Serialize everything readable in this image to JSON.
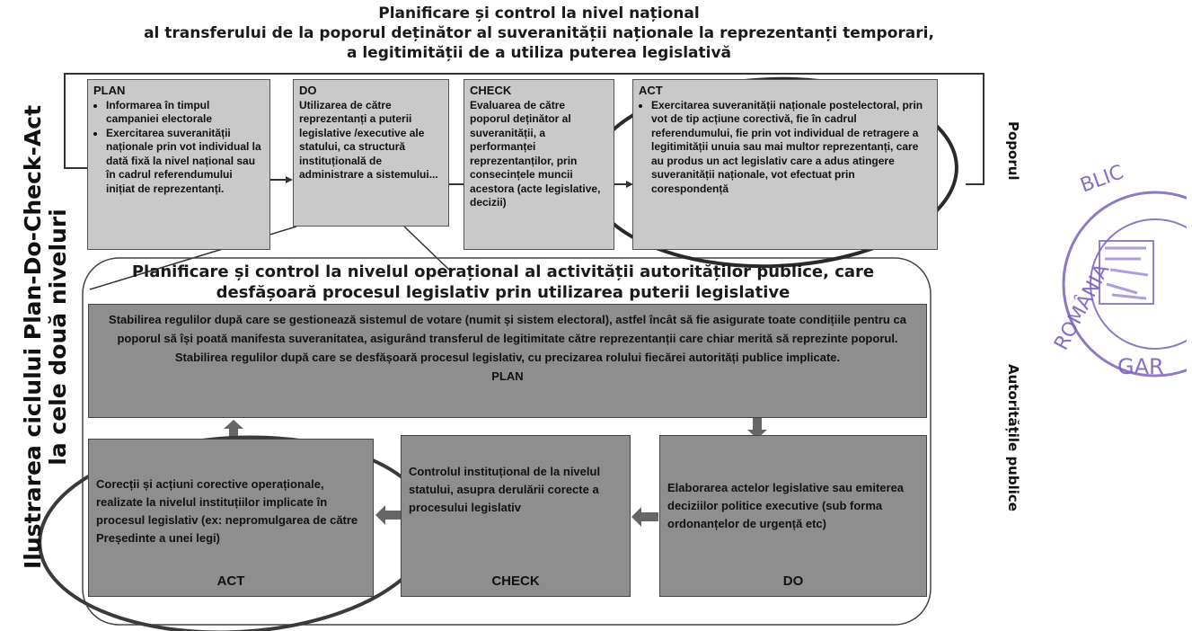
{
  "header": {
    "title_line1": "Planificare și control la nivel național",
    "title_line2": "al transferului de la poporul deținător al suveranității naționale la reprezentanți temporari,",
    "title_line3": "a legitimității de a utiliza puterea legislativă"
  },
  "national_cycle": {
    "plan": {
      "heading": "PLAN",
      "bullet1": "Informarea în timpul campaniei electorale",
      "bullet2": "Exercitarea suveranității naționale prin vot individual la dată fixă la nivel național sau în cadrul referendumului inițiat de reprezentanți."
    },
    "do": {
      "heading": "DO",
      "text": "Utilizarea de către reprezentanți a puterii legislative /executive ale statului, ca structură instituțională de administrare a sistemului..."
    },
    "check": {
      "heading": "CHECK",
      "text": "Evaluarea de către poporul deținător al suveranității, a performanței reprezentanților, prin consecințele muncii acestora (acte legislative, decizii)"
    },
    "act": {
      "heading": "ACT",
      "bullet1": "Exercitarea suveranității naționale postelectoral, prin vot de tip acțiune corectivă, fie în cadrul referendumului, fie prin vot individual de retragere a legitimității unuia sau mai multor reprezentanți, care au produs un act legislativ care a adus atingere suveranității naționale, vot efectuat prin corespondență"
    }
  },
  "operational": {
    "title_line1": "Planificare și control la nivelul operațional al activității autorităților publice, care",
    "title_line2": "desfășoară procesul legislativ prin utilizarea puterii legislative",
    "plan_text": "Stabilirea regulilor după care se gestionează sistemul de votare (numit și sistem electoral), astfel încât să fie asigurate toate condițiile pentru ca poporul să își poată manifesta suveranitatea, asigurând transferul de legitimitate către reprezentanții care chiar merită să reprezinte poporul. Stabilirea regulilor după care se desfășoară procesul legislativ, cu precizarea rolului fiecărei autorități publice implicate.",
    "plan_label": "PLAN",
    "act_text": "Corecții și acțiuni corective operaționale, realizate la nivelul instituțiilor implicate în procesul legislativ (ex: nepromulgarea de către Președinte a unei legi)",
    "act_label": "ACT",
    "check_text": "Controlul instituțional de la nivelul statului, asupra derulării corecte a procesului legislativ",
    "check_label": "CHECK",
    "do_text": "Elaborarea actelor legislative sau emiterea deciziilor politice executive (sub forma ordonanțelor de urgență etc)",
    "do_label": "DO"
  },
  "side_labels": {
    "left_line1": "Ilustrarea ciclului Plan-Do-Check-Act",
    "left_line2": "la cele două niveluri",
    "right_top": "Poporul",
    "right_bottom": "Autoritățile publice"
  },
  "stamp": {
    "text_top": "BLIC",
    "text_mid": "ROMÂNIA",
    "text_bottom": "GAR"
  },
  "colors": {
    "light_box": "#c9c9c9",
    "dark_box": "#8e8e8e",
    "stamp": "#7b5fc0",
    "ink": "#111111"
  }
}
